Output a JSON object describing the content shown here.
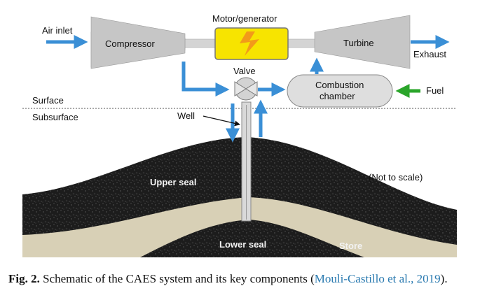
{
  "labels": {
    "air_inlet": "Air inlet",
    "compressor": "Compressor",
    "motor_generator": "Motor/generator",
    "turbine": "Turbine",
    "exhaust": "Exhaust",
    "valve": "Valve",
    "combustion_line1": "Combustion",
    "combustion_line2": "chamber",
    "fuel": "Fuel",
    "surface": "Surface",
    "subsurface": "Subsurface",
    "well": "Well",
    "upper_seal": "Upper seal",
    "lower_seal": "Lower seal",
    "store": "Store",
    "not_to_scale": "(Not to scale)"
  },
  "caption": {
    "fig_label": "Fig. 2.",
    "text": " Schematic of the CAES system and its key components (",
    "citation": "Mouli-Castillo et al., 2019",
    "end": ")."
  },
  "colors": {
    "arrow_blue": "#3a8fd6",
    "fuel_green": "#2aa52a",
    "machine_gray": "#c9c9c9",
    "motor_yellow": "#f7e400",
    "rock_dark": "#1c1c1c",
    "store_tan": "#d8d0b6"
  }
}
